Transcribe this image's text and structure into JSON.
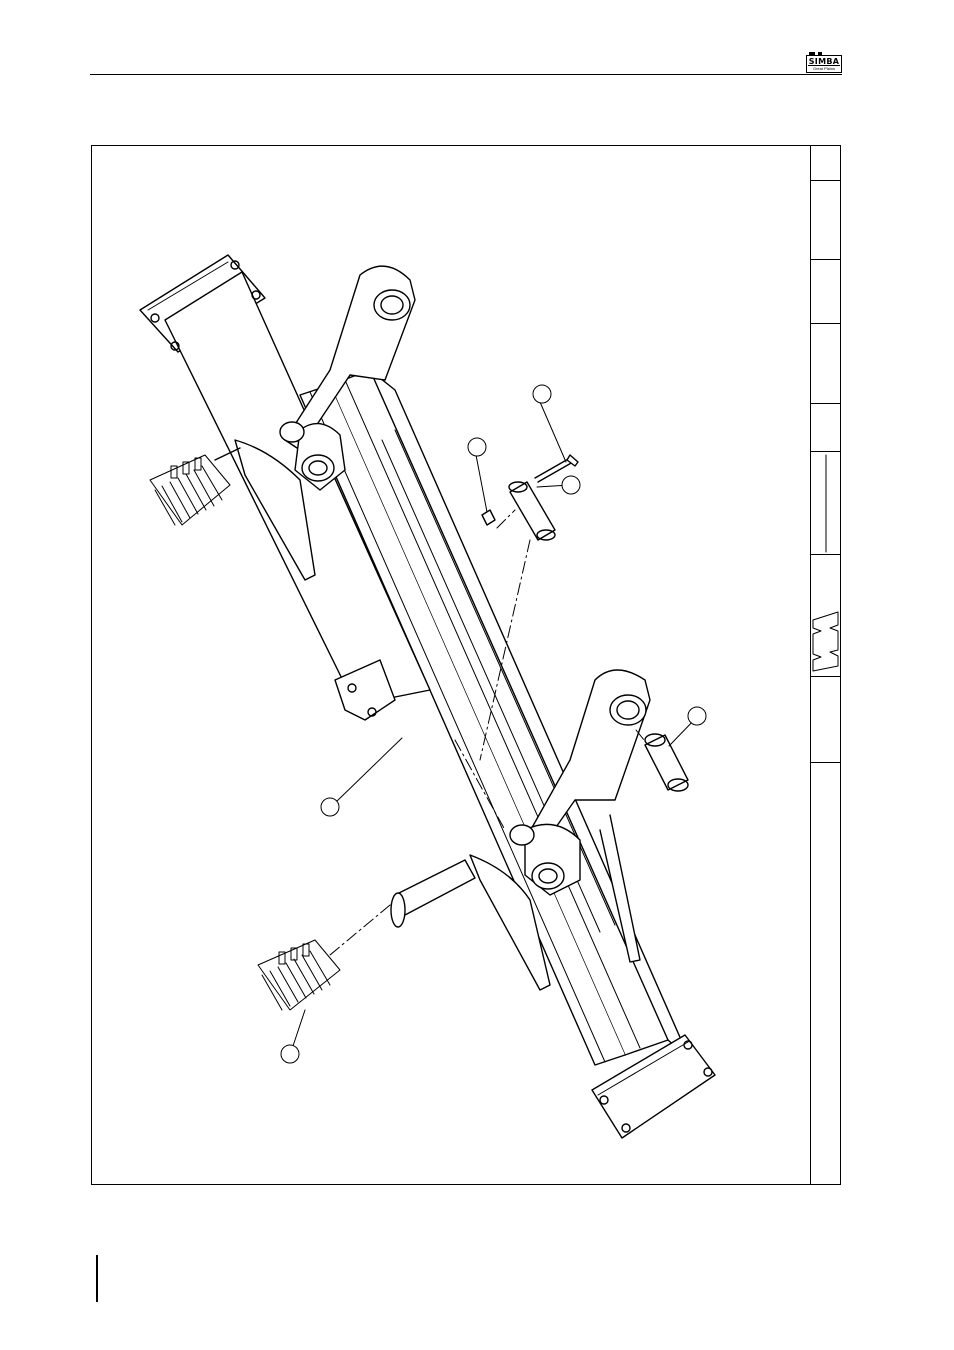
{
  "header": {
    "logo": {
      "brand": "SIMBA",
      "sub": "Great Plains",
      "icon": "simba-logo-icon"
    }
  },
  "drawing": {
    "type": "exploded-assembly-view",
    "subject": "frame beam with pivot arms, pins, bolts and hydraulic couplers",
    "callout_count": 7
  }
}
